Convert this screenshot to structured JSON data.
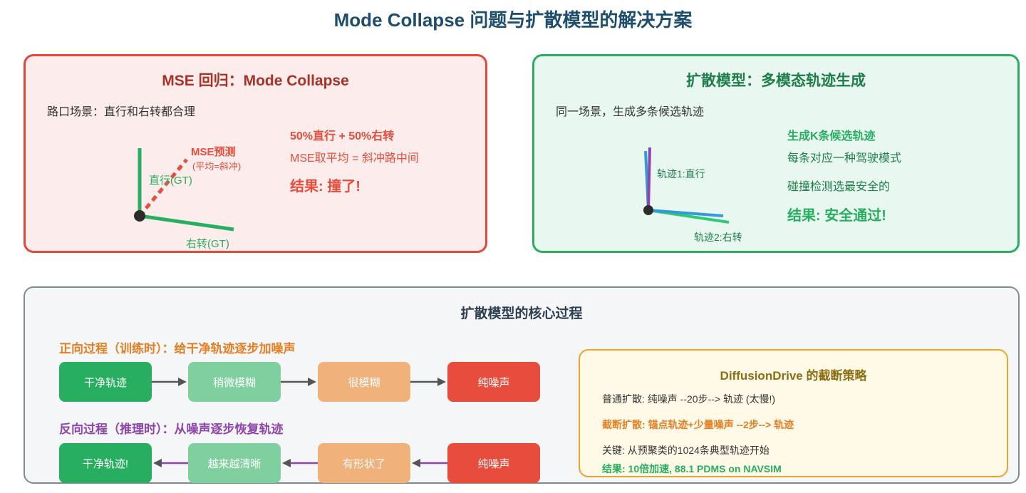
{
  "title": "Mode Collapse 问题与扩散模型的解决方案",
  "mse_panel": {
    "title": "MSE 回归：Mode Collapse",
    "scene": "路口场景：直行和右转都合理",
    "mse_label": "MSE预测",
    "mse_sublabel": "(平均=斜冲)",
    "straight_label": "直行(GT)",
    "right_label": "右转(GT)",
    "line1": "50%直行 + 50%右转",
    "line2": "MSE取平均 = 斜冲路中间",
    "result": "结果: 撞了!",
    "colors": {
      "border": "#e0493c",
      "text": "#e74c3c",
      "gt": "#27ae60"
    }
  },
  "diffusion_panel": {
    "title": "扩散模型：多模态轨迹生成",
    "scene": "同一场景，生成多条候选轨迹",
    "traj1_label": "轨迹1:直行",
    "traj2_label": "轨迹2:右转",
    "line1": "生成K条候选轨迹",
    "line2": "每条对应一种驾驶模式",
    "line3": "碰撞检测选最安全的",
    "result": "结果: 安全通过!",
    "colors": {
      "border": "#27ae60",
      "purple": "#8e44ad",
      "blue": "#3498db",
      "green": "#2ecc71"
    }
  },
  "process_panel": {
    "title": "扩散模型的核心过程",
    "forward_title": "正向过程（训练时）：给干净轨迹逐步加噪声",
    "forward_steps": [
      "干净轨迹",
      "稍微模糊",
      "很模糊",
      "纯噪声"
    ],
    "reverse_title": "反向过程（推理时）：从噪声逐步恢复轨迹",
    "reverse_steps": [
      "干净轨迹!",
      "越来越清晰",
      "有形状了",
      "纯噪声"
    ],
    "colors": {
      "forward": "#e67e22",
      "reverse": "#8e44ad"
    }
  },
  "strategy": {
    "title": "DiffusionDrive 的截断策略",
    "line1": "普通扩散: 纯噪声 --20步--> 轨迹 (太慢!)",
    "line2": "截断扩散: 锚点轨迹+少量噪声 --2步--> 轨迹",
    "line3": "关键: 从预聚类的1024条典型轨迹开始",
    "line4": "结果: 10倍加速, 88.1 PDMS on NAVSIM",
    "colors": {
      "border": "#f0a32a",
      "title": "#8b6d12",
      "highlight": "#e67e22",
      "result": "#27ae60"
    }
  }
}
